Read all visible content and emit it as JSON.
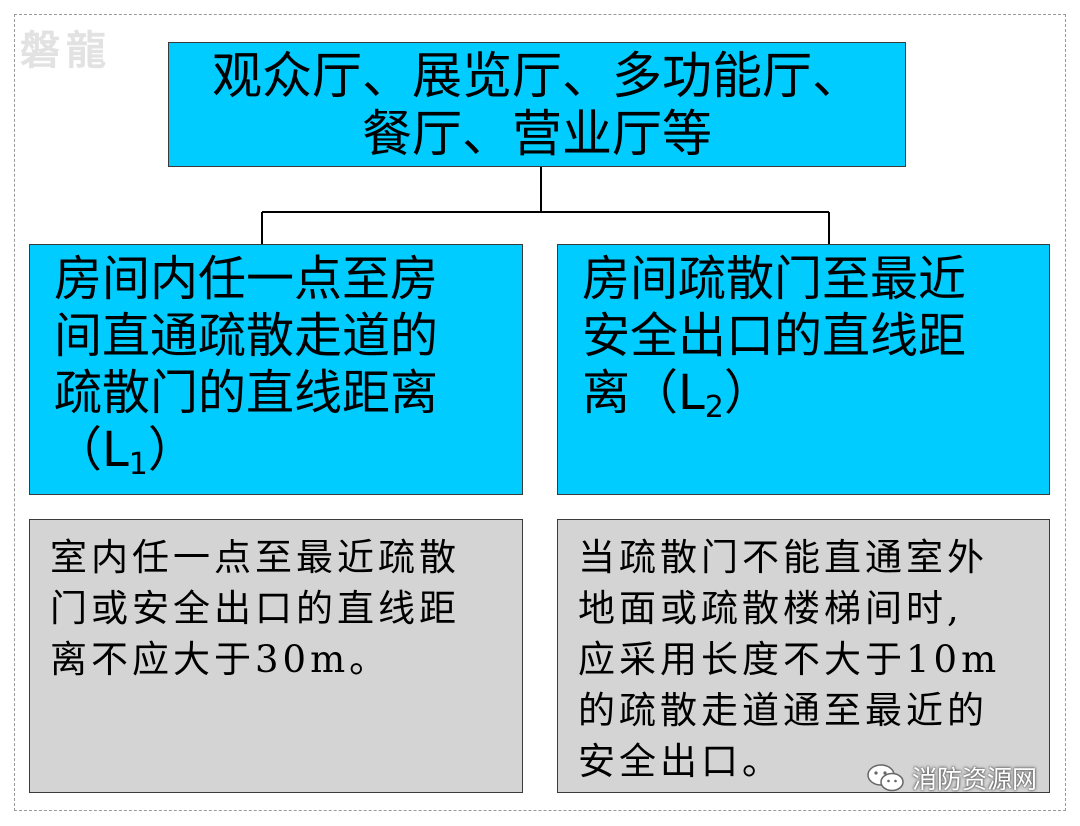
{
  "watermark": "磐龍",
  "top_node": {
    "lines": [
      "观众厅、展览厅、多功能厅、",
      "餐厅、营业厅等"
    ]
  },
  "left_branch": {
    "heading_lines": [
      "房间内任一点至房",
      "间直通疏散走道的",
      "疏散门的直线距离"
    ],
    "symbol_open": "（L",
    "symbol_sub": "1",
    "symbol_close": "）",
    "rule_lines": [
      "室内任一点至最近疏散",
      "门或安全出口的直线距",
      "离不应大于30m。"
    ]
  },
  "right_branch": {
    "heading_lines": [
      "房间疏散门至最近",
      "安全出口的直线距"
    ],
    "heading_last_prefix": "离（L",
    "symbol_sub": "2",
    "symbol_close": "）",
    "rule_lines": [
      "当疏散门不能直通室外",
      "地面或疏散楼梯间时,",
      "应采用长度不大于10m",
      "的疏散走道通至最近的",
      "安全出口。"
    ]
  },
  "source": {
    "name": "消防资源网",
    "icon": "wechat-icon"
  },
  "colors": {
    "heading_fill": "#00ccff",
    "rule_fill": "#d4d4d4",
    "border": "#3a3a3a"
  }
}
